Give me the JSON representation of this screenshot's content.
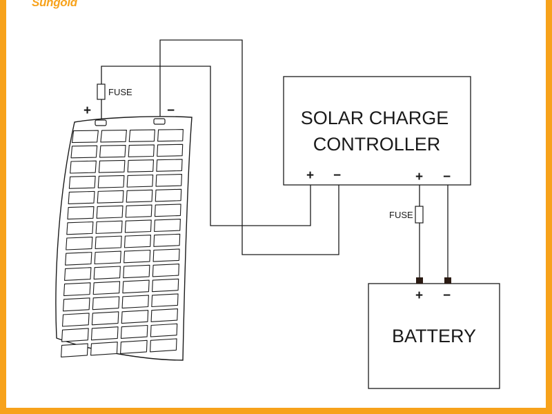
{
  "brand": {
    "name": "Sungold",
    "color": "#f7a21b"
  },
  "controller": {
    "line1": "SOLAR CHARGE",
    "line2": "CONTROLLER",
    "pv_pos": "+",
    "pv_neg": "−",
    "bat_pos": "+",
    "bat_neg": "−"
  },
  "battery": {
    "label": "BATTERY",
    "pos": "+",
    "neg": "−"
  },
  "panel": {
    "pos": "+",
    "neg": "−"
  },
  "fuses": {
    "panel_fuse": "FUSE",
    "battery_fuse": "FUSE"
  },
  "panel_grid": {
    "rows": 15,
    "cols": 4
  }
}
